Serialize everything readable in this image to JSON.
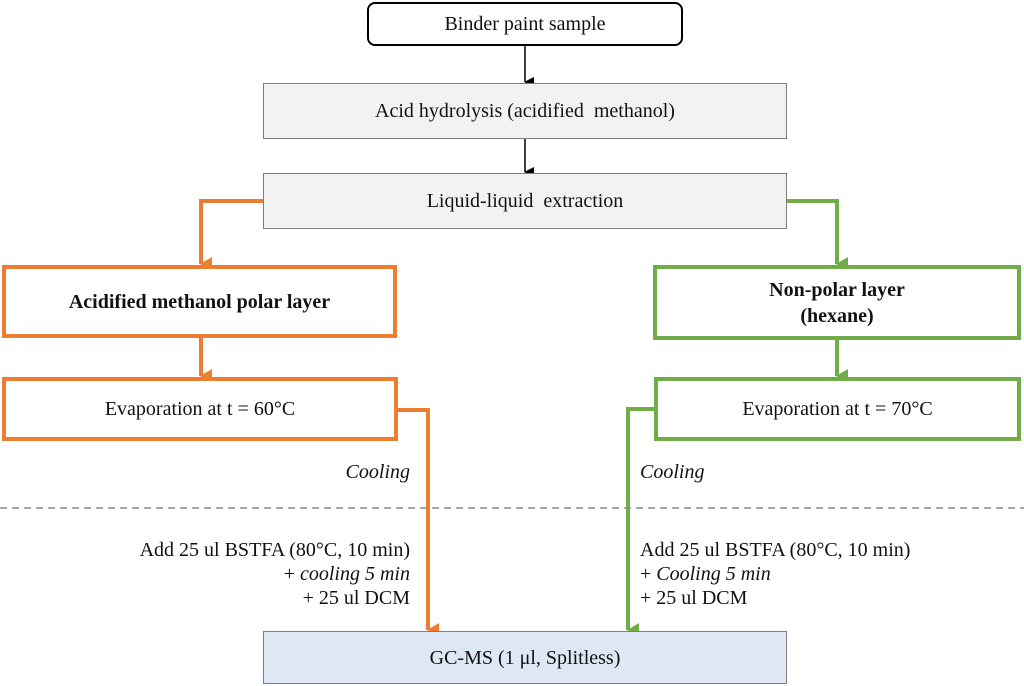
{
  "nodes": {
    "sample": "Binder paint sample",
    "hydrolysis": "Acid hydrolysis (acidified  methanol)",
    "extraction": "Liquid-liquid  extraction",
    "polar_layer": "Acidified methanol polar layer",
    "nonpolar_layer_line1": "Non-polar layer",
    "nonpolar_layer_line2": "(hexane)",
    "evap_left": "Evaporation at t = 60°C",
    "evap_right": "Evaporation at t = 70°C",
    "gcms": "GC-MS (1 μl, Splitless)"
  },
  "left_branch": {
    "cooling": "Cooling",
    "step1": "Add 25 ul BSTFA (80°C, 10 min)",
    "step2_prefix": "+ ",
    "step2_italic": "cooling 5 min",
    "step3": "+ 25 ul DCM"
  },
  "right_branch": {
    "cooling": "Cooling",
    "step1": "Add 25 ul BSTFA (80°C, 10 min)",
    "step2_prefix": "+ ",
    "step2_italic": "Cooling 5 min",
    "step3": "+ 25 ul DCM"
  },
  "colors": {
    "orange": "#ed7d31",
    "green": "#70ad47",
    "gray_fill": "#f2f2f2",
    "blue_fill": "#dde8f4"
  }
}
